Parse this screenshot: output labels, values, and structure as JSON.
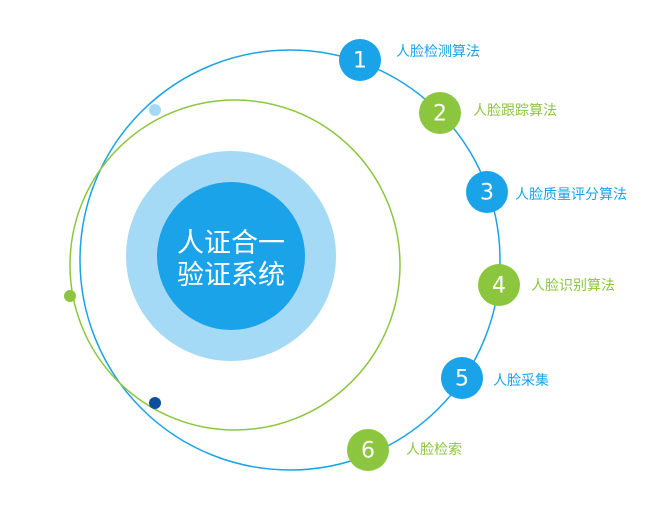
{
  "colors": {
    "blue": "#1aa3e8",
    "green": "#8cc63f",
    "halo": "#a5daf6",
    "dark_dot": "#0d4f9c",
    "light_dot": "#a5daf6",
    "label_blue": "#1aa3e8",
    "label_green": "#8cc63f"
  },
  "center": {
    "line1": "人证合一",
    "line2": "验证系统"
  },
  "items": [
    {
      "number": "1",
      "label": "人脸检测算法",
      "color": "blue"
    },
    {
      "number": "2",
      "label": "人脸跟踪算法",
      "color": "green"
    },
    {
      "number": "3",
      "label": "人脸质量评分算法",
      "color": "blue"
    },
    {
      "number": "4",
      "label": "人脸识别算法",
      "color": "green"
    },
    {
      "number": "5",
      "label": "人脸采集",
      "color": "blue"
    },
    {
      "number": "6",
      "label": "人脸检索",
      "color": "green"
    }
  ]
}
